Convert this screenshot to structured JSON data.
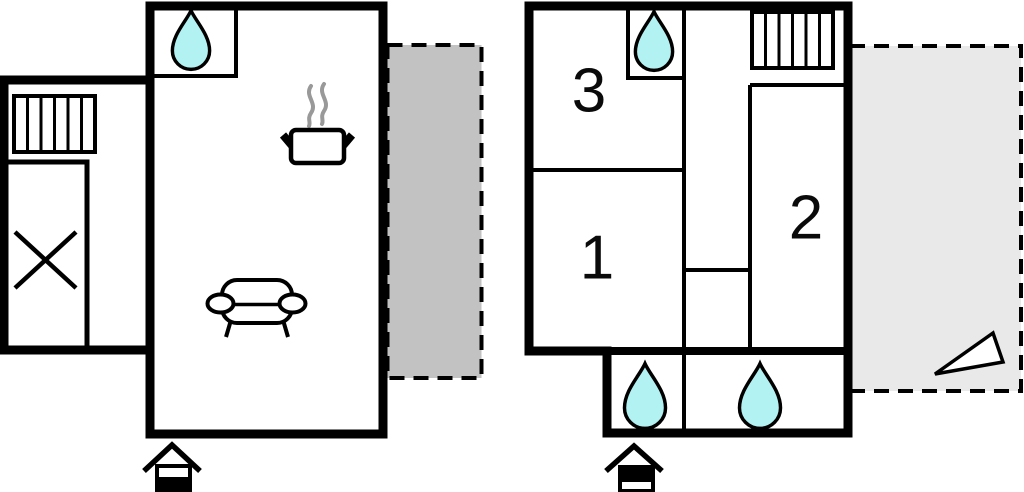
{
  "diagram": {
    "type": "floor-plan",
    "units": [
      {
        "id": "left-unit",
        "description": "open-plan unit with annex",
        "room_labels": [],
        "features": [
          "shower-drop",
          "radiator",
          "crossed-storage-area",
          "stove-pot",
          "sofa",
          "terrace",
          "entrance-marker"
        ]
      },
      {
        "id": "right-unit",
        "description": "three-room unit with bathrooms",
        "room_labels": [
          "3",
          "1",
          "2"
        ],
        "features": [
          "shower-drop",
          "radiator",
          "terrace",
          "direction-triangle",
          "entrance-marker",
          "shower-drop",
          "shower-drop"
        ]
      }
    ]
  },
  "labels": {
    "room_1": "1",
    "room_2": "2",
    "room_3": "3"
  },
  "icons": {
    "water_drop": "teardrop shape - water/shower fixture",
    "radiator": "striped rectangle - radiator/heater",
    "cross": "X - storage/technical area",
    "pot": "cooking pot with steam - kitchen",
    "sofa": "sofa - living room",
    "house_arrow": "house glyph - entrance marker",
    "triangle": "direction triangle on terrace"
  },
  "colors": {
    "wall": "#000000",
    "water_drop": "#b3f2f2",
    "terrace_left": "#c2c2c2",
    "terrace_right": "#e9e9e9",
    "steam": "#999999",
    "background": "#ffffff"
  }
}
